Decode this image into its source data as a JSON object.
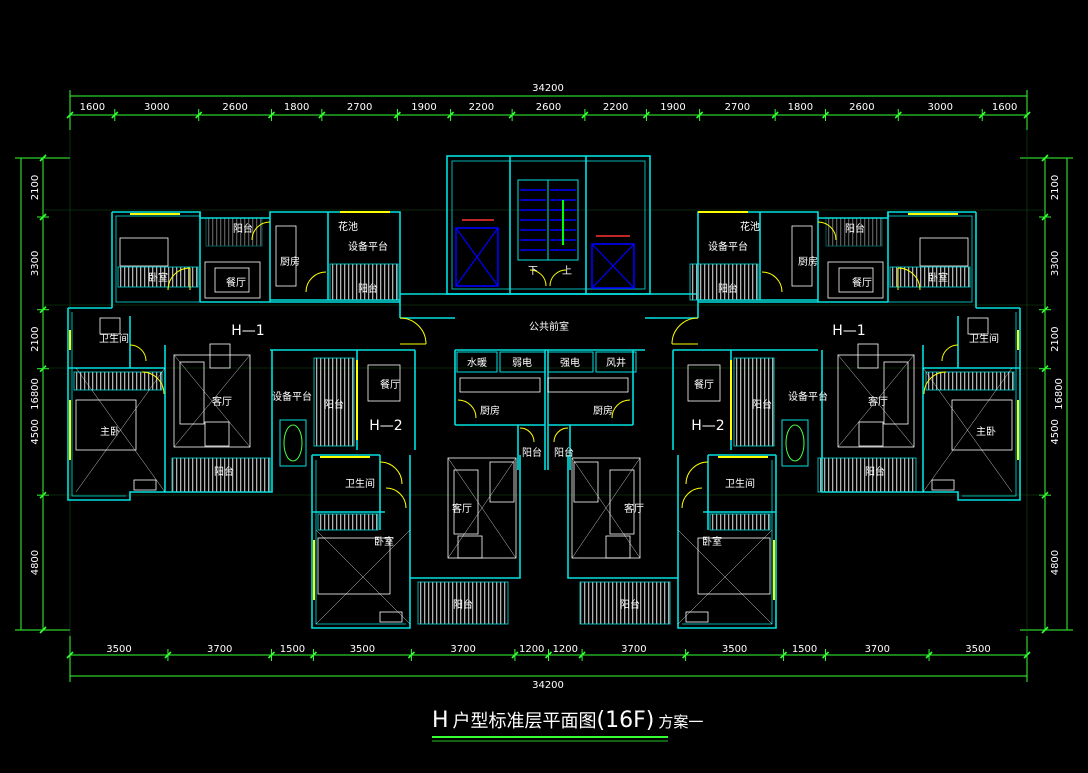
{
  "colors": {
    "background": "#000000",
    "dimension_line": "#33ff33",
    "wall": "#00e0e0",
    "furniture": "#ffffff",
    "door": "#ffff00",
    "elevator": "#0000ff",
    "hatch": "#bbbbbb",
    "title_underline": "#33ff33"
  },
  "dimensions": {
    "top_total": "34200",
    "top_segments": [
      "1600",
      "3000",
      "2600",
      "1800",
      "2700",
      "1900",
      "2200",
      "2600",
      "2200",
      "1900",
      "2700",
      "1800",
      "2600",
      "3000",
      "1600"
    ],
    "bottom_segments": [
      "3500",
      "3700",
      "1500",
      "3500",
      "3700",
      "1200",
      "1200",
      "3700",
      "3500",
      "1500",
      "3700",
      "3500"
    ],
    "bottom_total": "34200",
    "left_total": "16800",
    "left_segments": [
      "2100",
      "3300",
      "2100",
      "4500",
      "4800"
    ],
    "right_total": "16800",
    "right_segments": [
      "2100",
      "3300",
      "2100",
      "4500",
      "4800"
    ]
  },
  "rooms": {
    "common_hall": "公共前室",
    "water_pipe": "水暖",
    "weak_elec": "弱电",
    "strong_elec": "强电",
    "wind_shaft": "风井",
    "stair_down": "下",
    "stair_up": "上",
    "h1": {
      "unit_label": "H—1",
      "balcony": "阳台",
      "flower_pool": "花池",
      "bedroom": "卧室",
      "dining": "餐厅",
      "kitchen": "厨房",
      "equipment": "设备平台",
      "bathroom": "卫生间",
      "living": "客厅",
      "master": "主卧"
    },
    "h2": {
      "unit_label": "H—2",
      "dining": "餐厅",
      "balcony": "阳台",
      "kitchen": "厨房",
      "bathroom": "卫生间",
      "living": "客厅",
      "bedroom": "卧室",
      "equipment": "设备平台"
    }
  },
  "title": {
    "prefix": "H",
    "main": "户型标准层平面图",
    "floor": "(16F)",
    "suffix": "方案一"
  }
}
